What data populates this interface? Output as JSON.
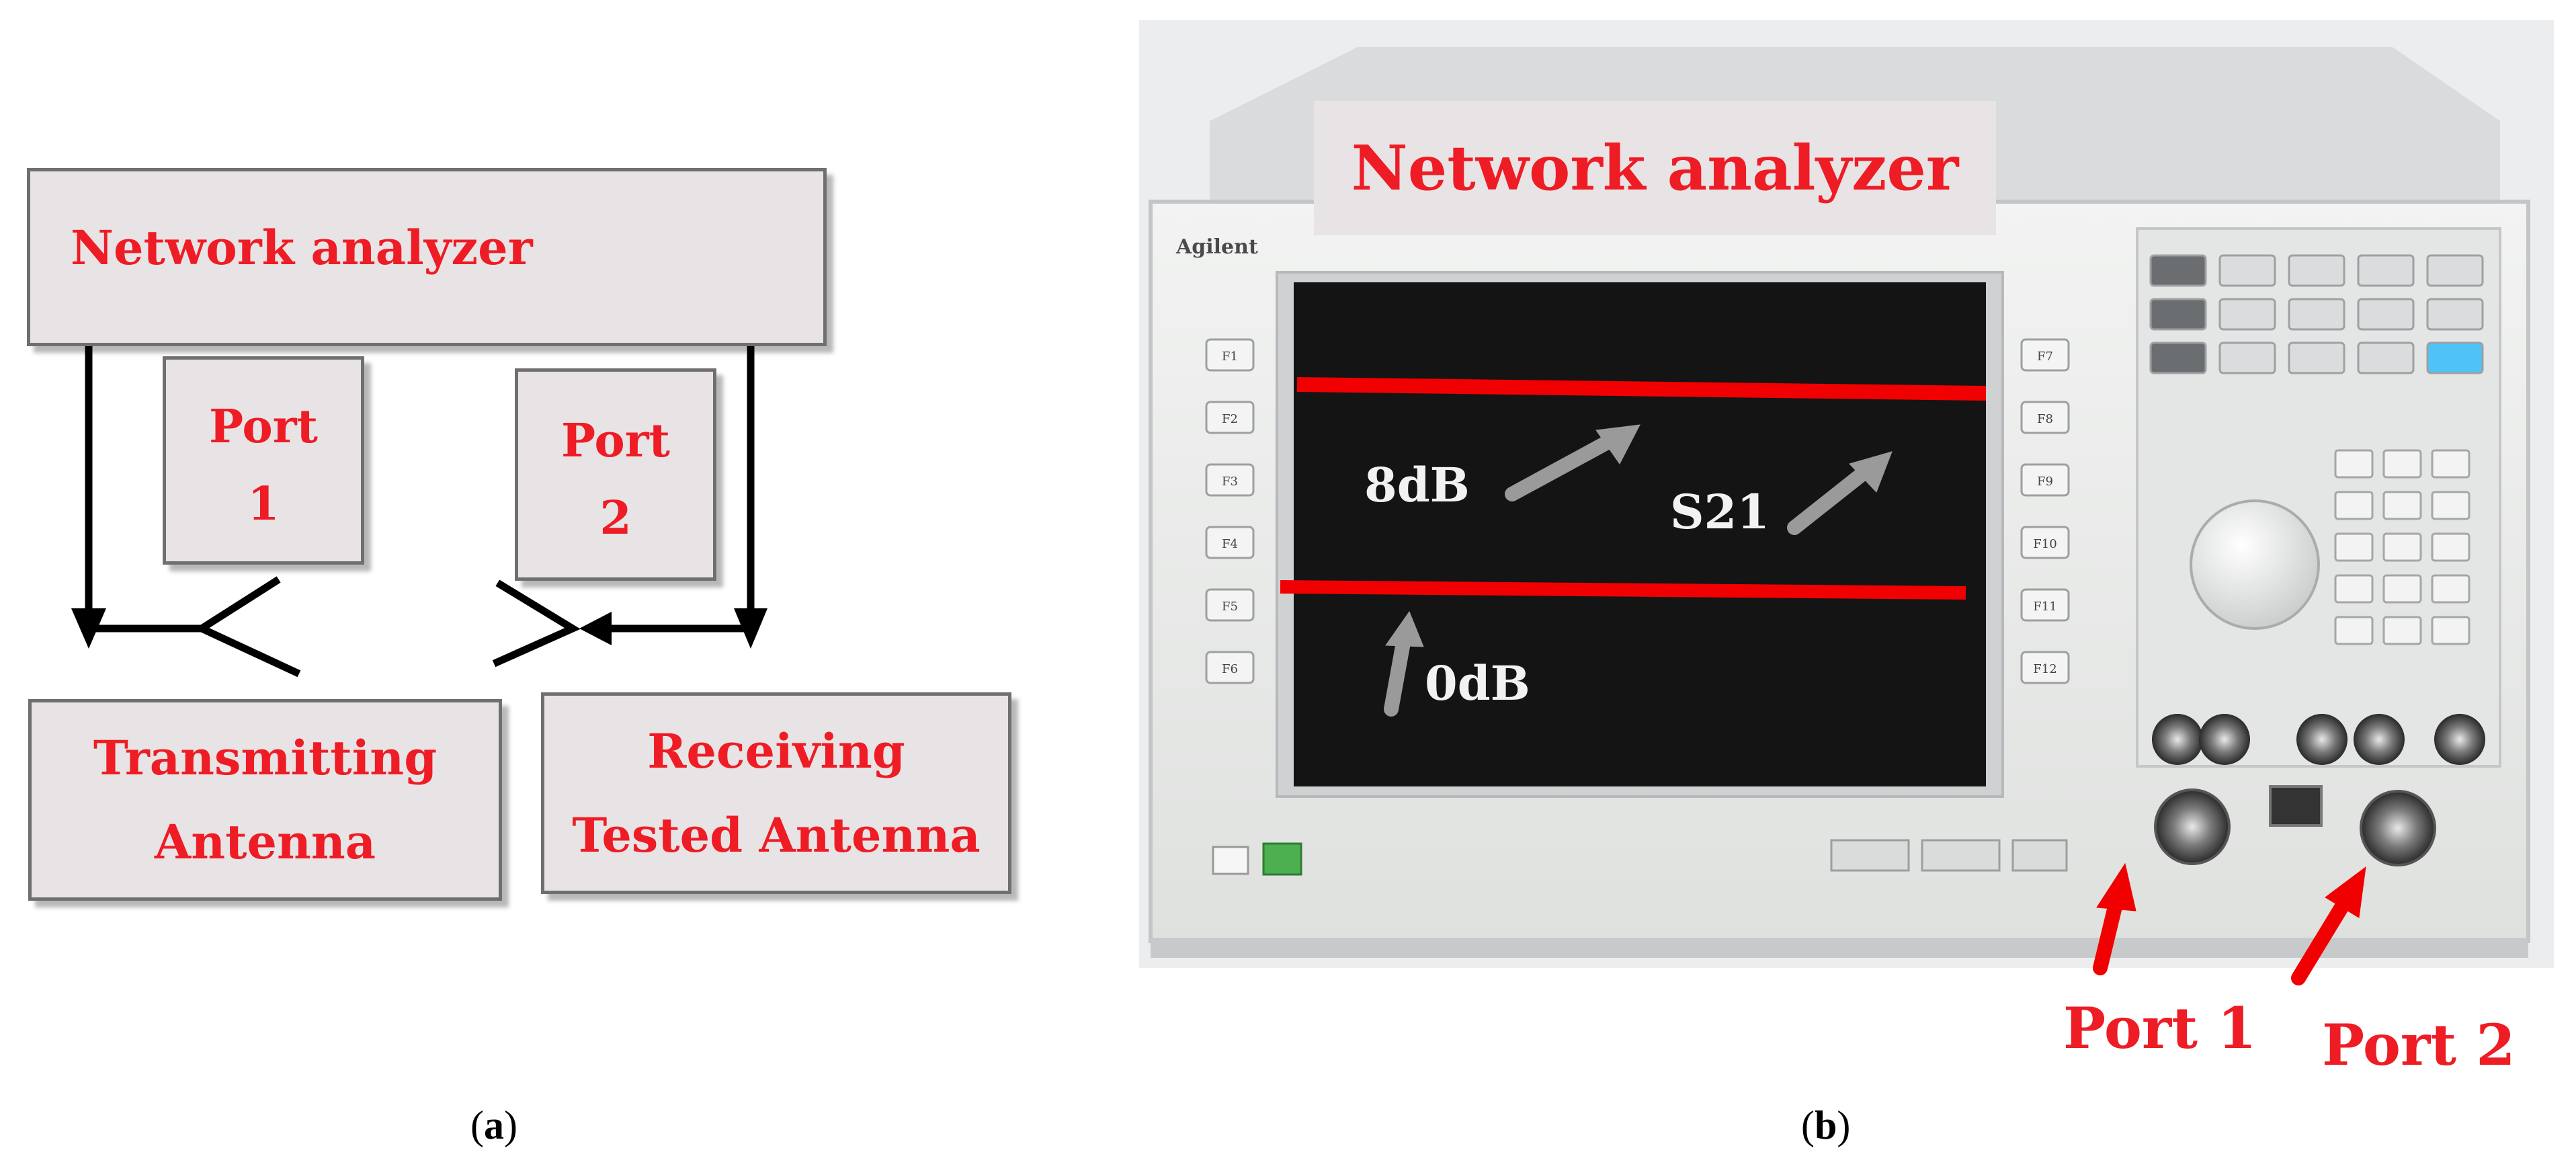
{
  "panel_a": {
    "analyzer_label": "Network analyzer",
    "port1_line1": "Port",
    "port1_line2": "1",
    "port2_line1": "Port",
    "port2_line2": "2",
    "tx_line1": "Transmitting",
    "tx_line2": "Antenna",
    "rx_line1": "Receiving",
    "rx_line2": "Tested Antenna",
    "caption_open": "(",
    "caption_letter": "a",
    "caption_close": ")"
  },
  "panel_b": {
    "title_label": "Network analyzer",
    "label_8db": "8dB",
    "label_0db": "0dB",
    "label_s21": "S21",
    "port1_label": "Port 1",
    "port2_label": "Port 2",
    "softkeys_left": [
      "F1",
      "F2",
      "F3",
      "F4",
      "F5",
      "F6"
    ],
    "softkeys_right": [
      "F7",
      "F8",
      "F9",
      "F10",
      "F11",
      "F12"
    ],
    "brand": "Agilent",
    "caption_open": "(",
    "caption_letter": "b",
    "caption_close": ")"
  },
  "colors": {
    "label_red": "#ee1c25",
    "box_fill": "#e8e4e5",
    "screen": "#141414",
    "arrow_gray": "#9a9a9a"
  }
}
